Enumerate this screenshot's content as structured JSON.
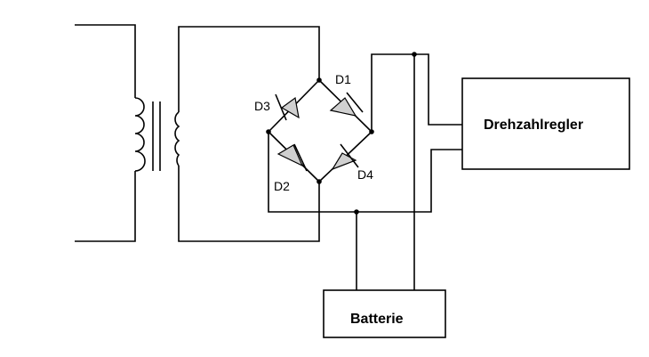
{
  "diagram": {
    "diodes": [
      {
        "id": "d1",
        "label": "D1"
      },
      {
        "id": "d2",
        "label": "D2"
      },
      {
        "id": "d3",
        "label": "D3"
      },
      {
        "id": "d4",
        "label": "D4"
      }
    ],
    "speed_controller": {
      "label": "Drehzahlregler"
    },
    "battery": {
      "label": "Batterie"
    },
    "colors": {
      "line": "#000000",
      "diode_fill": "#d0d0d0",
      "background": "#ffffff"
    }
  }
}
